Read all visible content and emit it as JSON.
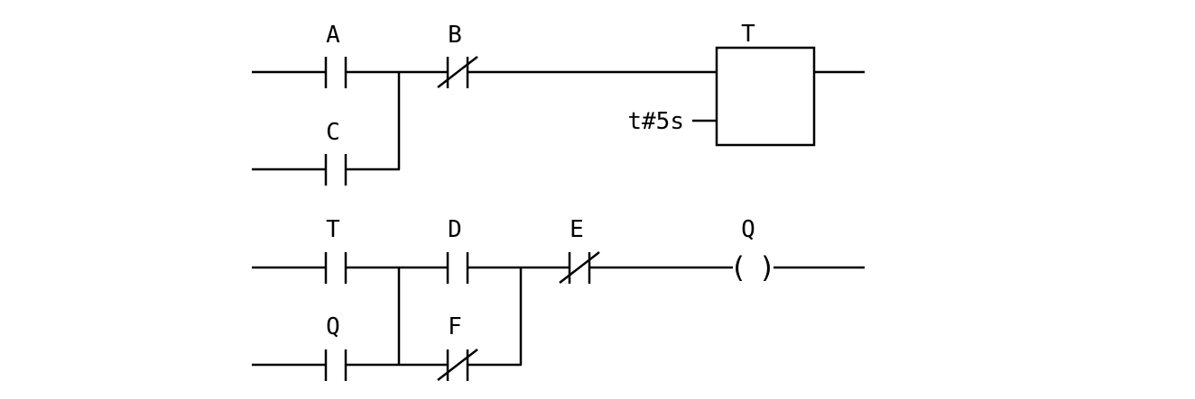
{
  "rung1": {
    "contact_a": "A",
    "contact_b": "B",
    "contact_c": "C",
    "timer_name": "T",
    "timer_preset": "t#5s"
  },
  "rung2": {
    "contact_t": "T",
    "contact_q": "Q",
    "contact_d": "D",
    "contact_f": "F",
    "contact_e": "E",
    "coil_q": "Q",
    "coil_open": "(",
    "coil_close": ")"
  }
}
